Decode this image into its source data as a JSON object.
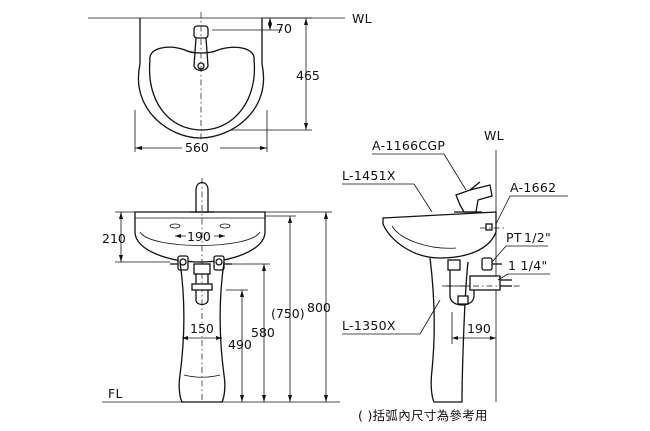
{
  "labels": {
    "wl_top": "WL",
    "wl_side": "WL",
    "fl": "FL",
    "basin_model": "L-1451X",
    "pedestal_model": "L-1350X",
    "faucet_model": "A-1166CGP",
    "trap_model": "A-1662",
    "pipe_pt": "PT",
    "pipe_pt_size": "1/2\"",
    "pipe_outlet_size": "1 1/4\""
  },
  "dimensions": {
    "top_offset": "70",
    "top_depth": "465",
    "top_width": "560",
    "front_bowl_depth": "210",
    "front_hole_spacing": "190",
    "front_pedestal_width": "150",
    "front_h_490": "490",
    "front_h_580": "580",
    "front_h_750": "(750)",
    "front_h_800": "800",
    "side_wall_offset": "190"
  },
  "note": "( )括弧內尺寸為參考用"
}
